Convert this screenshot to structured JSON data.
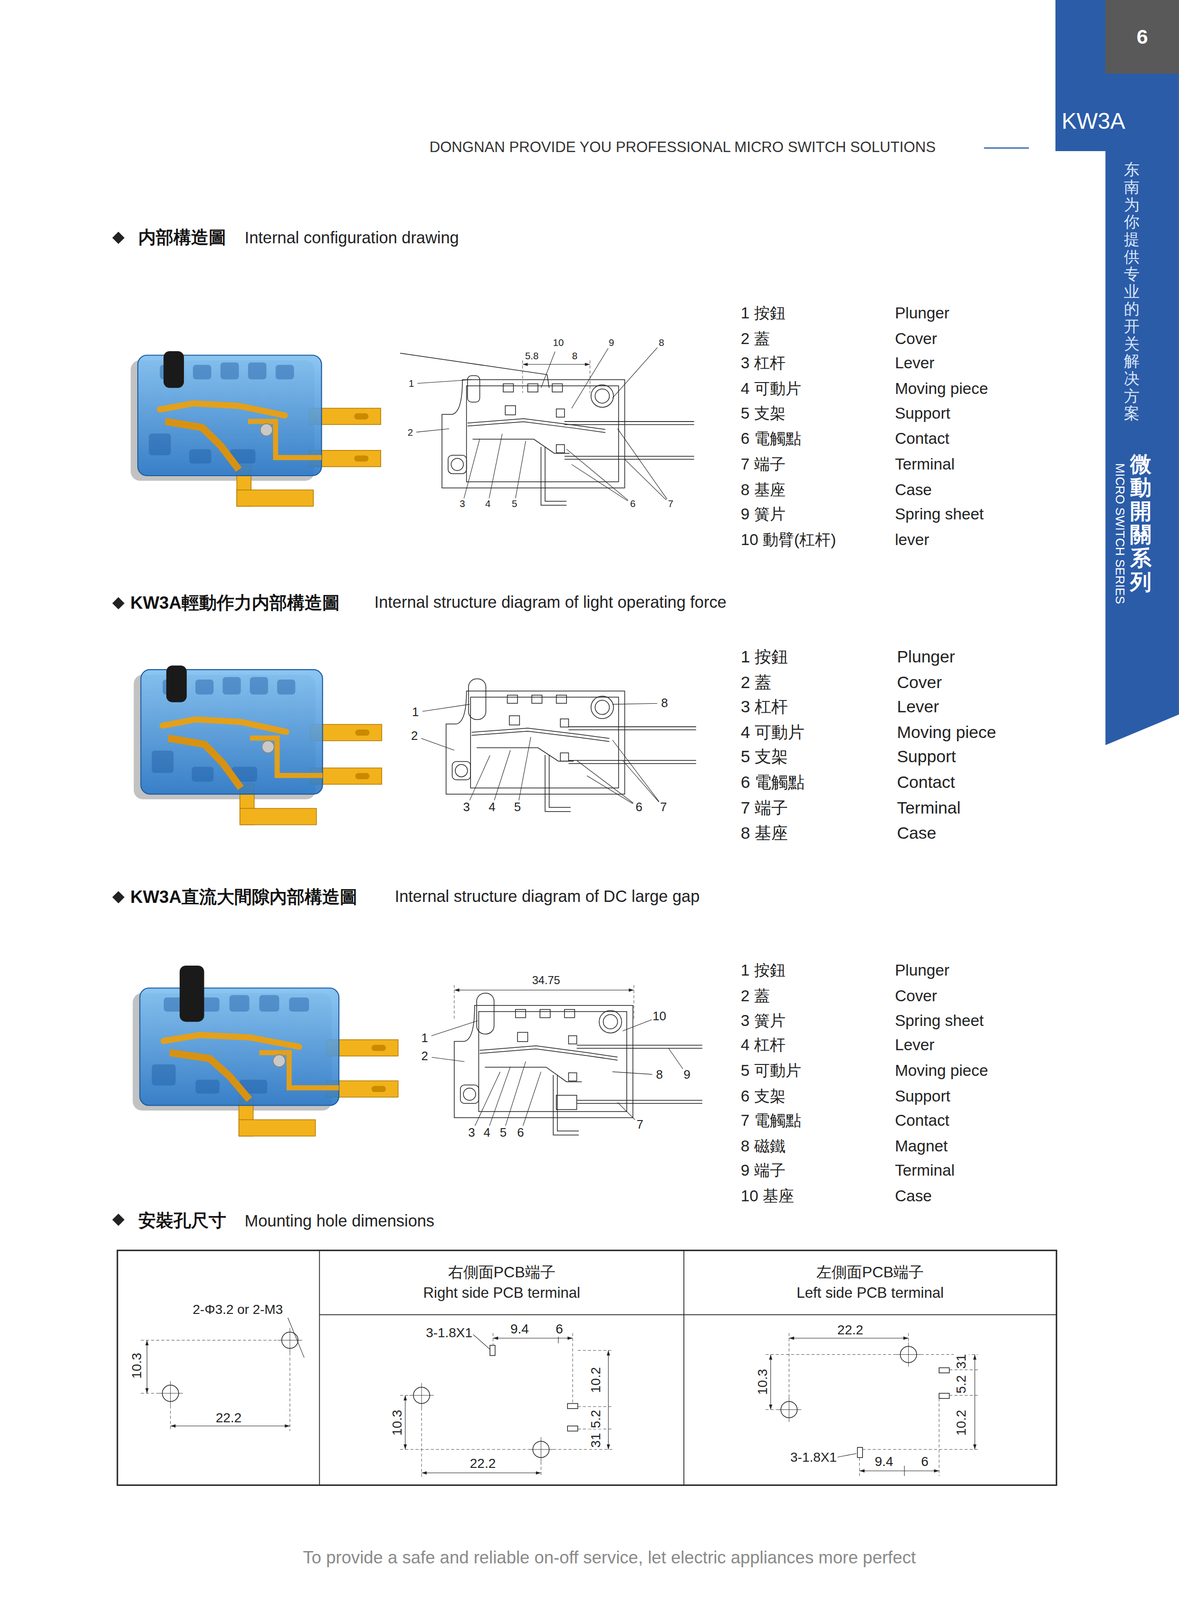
{
  "diagram": {
    "nodes": [
      {
        "text": [
          "KW3A",
          "东南为你提供专业的开关解决方案",
          "微動開關系列",
          "MICRO SWITCH SERIES"
        ]
      },
      {
        "text": [
          "6"
        ],
        "in": 0
      },
      {
        "text": [
          "右側面PCB端子",
          "Right side PCB terminal"
        ]
      },
      {
        "text": [
          "左側面PCB端子",
          "Left side PCB terminal"
        ]
      }
    ],
    "labels": [
      "DONGNAN PROVIDE YOU PROFESSIONAL MICRO SWITCH SOLUTIONS",
      "内部構造圖",
      "Internal configuration drawing",
      "1 按鈕",
      "Plunger",
      "2 蓋",
      "Cover",
      "3 杠杆",
      "Lever",
      "4 可動片",
      "Moving piece",
      "5 支架",
      "Support",
      "6 電觸點",
      "Contact",
      "7 端子",
      "Terminal",
      "8 基座",
      "Case",
      "9 簧片",
      "Spring sheet",
      "10 動臂(杠杆)",
      "lever",
      "10",
      "9",
      "8",
      "5.8",
      "8",
      "1",
      "2",
      "3",
      "4",
      "5",
      "6",
      "7",
      "KW3A輕動作力内部構造圖",
      "Internal structure diagram of light operating force",
      "1 按鈕",
      "Plunger",
      "2 蓋",
      "Cover",
      "3 杠杆",
      "Lever",
      "4 可動片",
      "Moving piece",
      "5 支架",
      "Support",
      "6 電觸點",
      "Contact",
      "7 端子",
      "Terminal",
      "8 基座",
      "Case",
      "1",
      "2",
      "8",
      "3",
      "4",
      "5",
      "6",
      "7",
      "KW3A直流大間隙內部構造圖",
      "Internal structure diagram of DC large gap",
      "1 按鈕",
      "Plunger",
      "2 蓋",
      "Cover",
      "3 簧片",
      "Spring sheet",
      "4 杠杆",
      "Lever",
      "5 可動片",
      "Moving piece",
      "6 支架",
      "Support",
      "7 電觸點",
      "Contact",
      "8 磁鐵",
      "Magnet",
      "9 端子",
      "Terminal",
      "10 基座",
      "Case",
      "34.75",
      "10",
      "1",
      "2",
      "8",
      "9",
      "3",
      "4",
      "5",
      "6",
      "7",
      "安裝孔尺寸",
      "Mounting hole dimensions",
      "2-Φ3.2 or 2-M3",
      "10.3",
      "22.2",
      "3-1.8X1",
      "9.4",
      "6",
      "10.2",
      "5.2",
      "31",
      "10.3",
      "22.2",
      "22.2",
      "31",
      "5.2",
      "10.3",
      "10.2",
      "3-1.8X1",
      "9.4",
      "6",
      "To provide a safe and reliable on-off service, let electric appliances more perfect"
    ]
  }
}
